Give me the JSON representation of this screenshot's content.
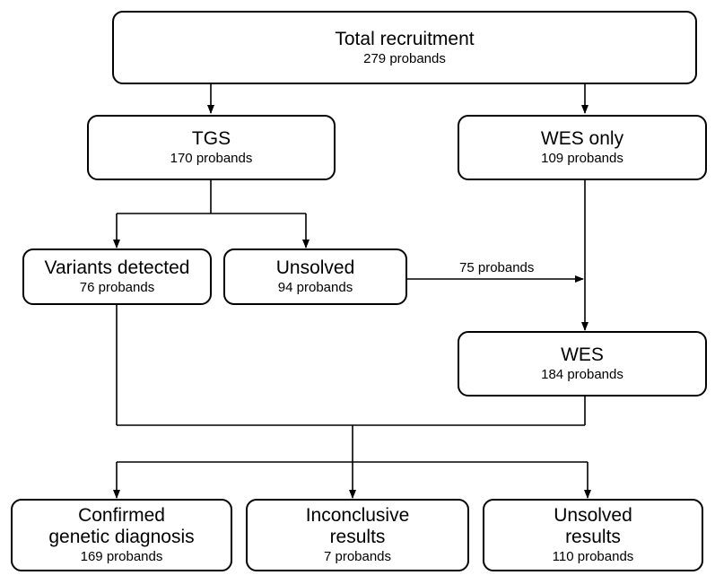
{
  "nodes": {
    "total": {
      "title": "Total recruitment",
      "count": "279 probands"
    },
    "tgs": {
      "title": "TGS",
      "count": "170 probands"
    },
    "wes_only": {
      "title": "WES only",
      "count": "109 probands"
    },
    "variants_detected": {
      "title": "Variants detected",
      "count": "76 probands"
    },
    "unsolved_tgs": {
      "title": "Unsolved",
      "count": "94 probands"
    },
    "wes": {
      "title": "WES",
      "count": "184 probands"
    },
    "confirmed": {
      "title_line1": "Confirmed",
      "title_line2": "genetic diagnosis",
      "count": "169 probands"
    },
    "inconclusive": {
      "title_line1": "Inconclusive",
      "title_line2": "results",
      "count": "7 probands"
    },
    "unsolved_results": {
      "title_line1": "Unsolved",
      "title_line2": "results",
      "count": "110 probands"
    }
  },
  "edges": {
    "unsolved_to_wes_label": "75 probands"
  }
}
